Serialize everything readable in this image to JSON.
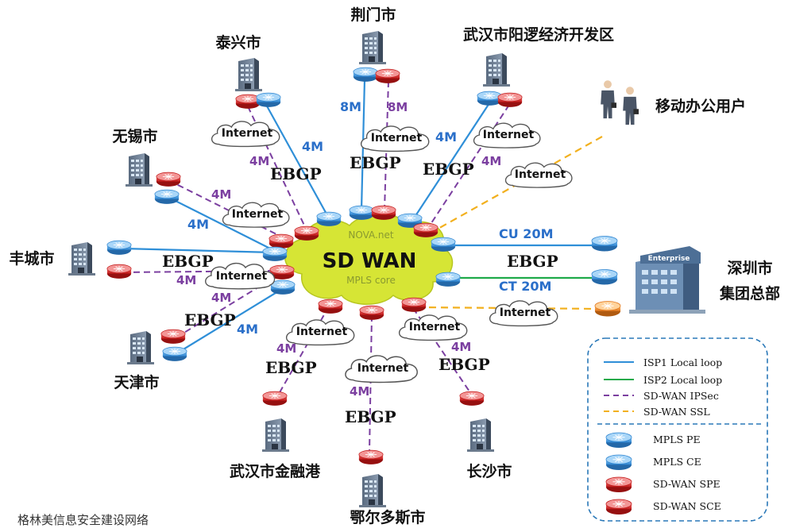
{
  "core": {
    "title": "SD WAN",
    "faint_top": "NOVA.net",
    "faint_bottom": "MPLS core"
  },
  "cities": {
    "jingmen": "荆门市",
    "taixing": "泰兴市",
    "wuhan_yangluo": "武汉市阳逻经济开发区",
    "mobile_users": "移动办公用户",
    "wuxi": "无锡市",
    "fengcheng": "丰城市",
    "tianjin": "天津市",
    "shenzhen_line1": "深圳市",
    "shenzhen_line2": "集团总部",
    "wuhan_jinrong": "武汉市金融港",
    "changsha": "长沙市",
    "ordos": "鄂尔多斯市"
  },
  "bandwidth": {
    "jingmen_blue": "8M",
    "jingmen_purple": "8M",
    "taixing_blue": "4M",
    "taixing_purple": "4M",
    "yangluo_blue": "4M",
    "yangluo_purple": "4M",
    "wuxi_blue": "4M",
    "wuxi_purple": "4M",
    "fengcheng_purple": "4M",
    "tianjin_blue": "4M",
    "tianjin_purple": "4M",
    "shenzhen_cu": "CU 20M",
    "shenzhen_ct": "CT 20M",
    "wuhan_jinrong": "4M",
    "ordos": "4M",
    "changsha": "4M"
  },
  "ebgp": "EBGP",
  "internet": "Internet",
  "enterprise_label": "Enterprise",
  "legend": [
    {
      "label": "ISP1 Local loop",
      "color": "#2f8fd8",
      "style": "solid"
    },
    {
      "label": "ISP2 Local loop",
      "color": "#1faa4a",
      "style": "solid"
    },
    {
      "label": "SD-WAN IPSec",
      "color": "#7b3fa0",
      "style": "dashed"
    },
    {
      "label": "SD-WAN SSL",
      "color": "#f2b01e",
      "style": "dashed"
    },
    {
      "label": "MPLS PE",
      "device": "mpls-pe"
    },
    {
      "label": "MPLS CE",
      "device": "mpls-ce"
    },
    {
      "label": "SD-WAN  SPE",
      "device": "sdwan-spe"
    },
    {
      "label": "SD-WAN  SCE",
      "device": "sdwan-sce"
    }
  ],
  "footer": "格林美信息安全建设网络",
  "colors": {
    "blue_link": "#2f8fd8",
    "green_link": "#1faa4a",
    "purple_dash": "#7b3fa0",
    "orange_dash": "#f2b01e",
    "core_cloud": "#d6e535",
    "router_red": "#d42a2a",
    "router_blue": "#4a9fe0",
    "router_orange": "#f08a2a"
  }
}
